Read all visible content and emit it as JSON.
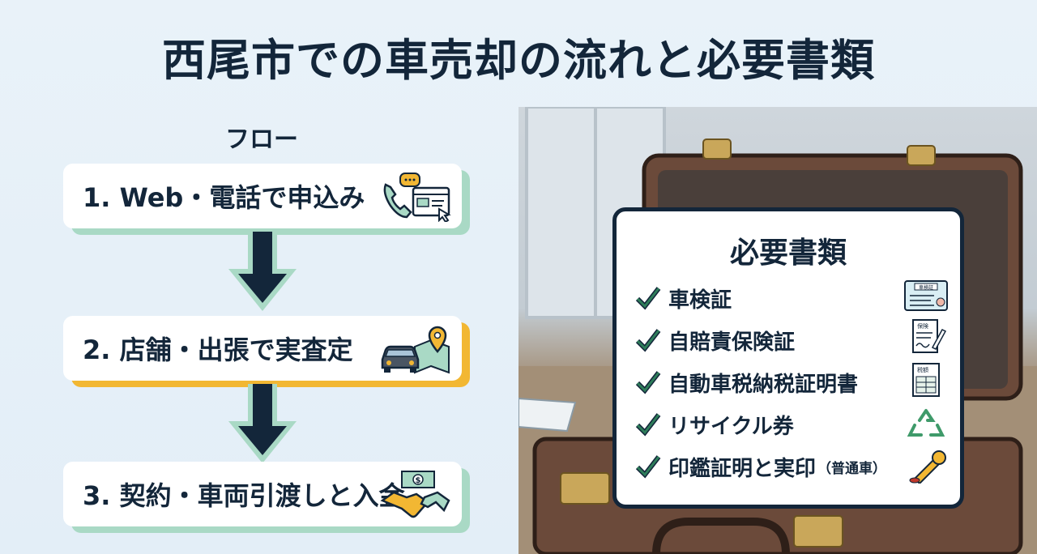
{
  "title": "西尾市での車売却の流れと必要書類",
  "flow": {
    "heading": "フロー",
    "steps": [
      {
        "label": "1. Web・電話で申込み",
        "icon": "phone-and-web-icon",
        "accent": "#a9d9c5"
      },
      {
        "label": "2. 店舗・出張で実査定",
        "icon": "car-map-pin-icon",
        "accent": "#f2b733"
      },
      {
        "label": "3. 契約・車両引渡しと入金",
        "icon": "handshake-money-icon",
        "accent": "#a9d9c5"
      }
    ],
    "arrow_color": "#13263a",
    "arrow_outline": "#a9d9c5"
  },
  "documents": {
    "heading": "必要書類",
    "items": [
      {
        "label": "車検証",
        "suffix": "",
        "icon": "certificate-card-icon",
        "icon_text": "車検証"
      },
      {
        "label": "自賠責保険証",
        "suffix": "",
        "icon": "signed-document-icon",
        "icon_text": "保険"
      },
      {
        "label": "自動車税納税証明書",
        "suffix": "",
        "icon": "tax-form-icon",
        "icon_text": "税額"
      },
      {
        "label": "リサイクル券",
        "suffix": "",
        "icon": "recycle-icon",
        "icon_text": ""
      },
      {
        "label": "印鑑証明と実印",
        "suffix": "（普通車）",
        "icon": "seal-stamp-icon",
        "icon_text": ""
      }
    ],
    "check_color": "#2e7d5a"
  }
}
